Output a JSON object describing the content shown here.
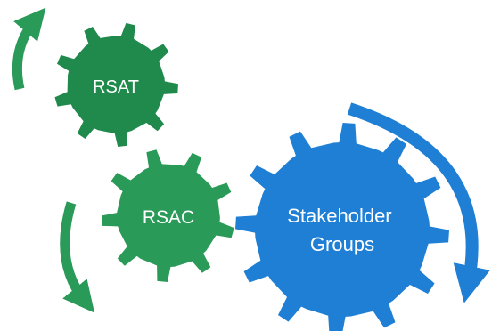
{
  "diagram": {
    "colors": {
      "green_dark": "#1f8a4c",
      "green_light": "#2a9a58",
      "blue": "#1f7fd4",
      "background": "#ffffff",
      "label": "#ffffff"
    },
    "gears": [
      {
        "id": "rsat",
        "lines": [
          "RSAT"
        ],
        "color": "green_dark"
      },
      {
        "id": "rsac",
        "lines": [
          "RSAC"
        ],
        "color": "green_light"
      },
      {
        "id": "stakeholders",
        "lines": [
          "Stakeholder",
          "Groups"
        ],
        "color": "blue"
      }
    ],
    "arrows": [
      {
        "id": "rsat-arrow",
        "color": "green_light",
        "direction": "clockwise-up"
      },
      {
        "id": "rsac-arrow",
        "color": "green_light",
        "direction": "counterclockwise-down"
      },
      {
        "id": "stakeholder-arrow",
        "color": "blue",
        "direction": "clockwise-down"
      }
    ]
  }
}
